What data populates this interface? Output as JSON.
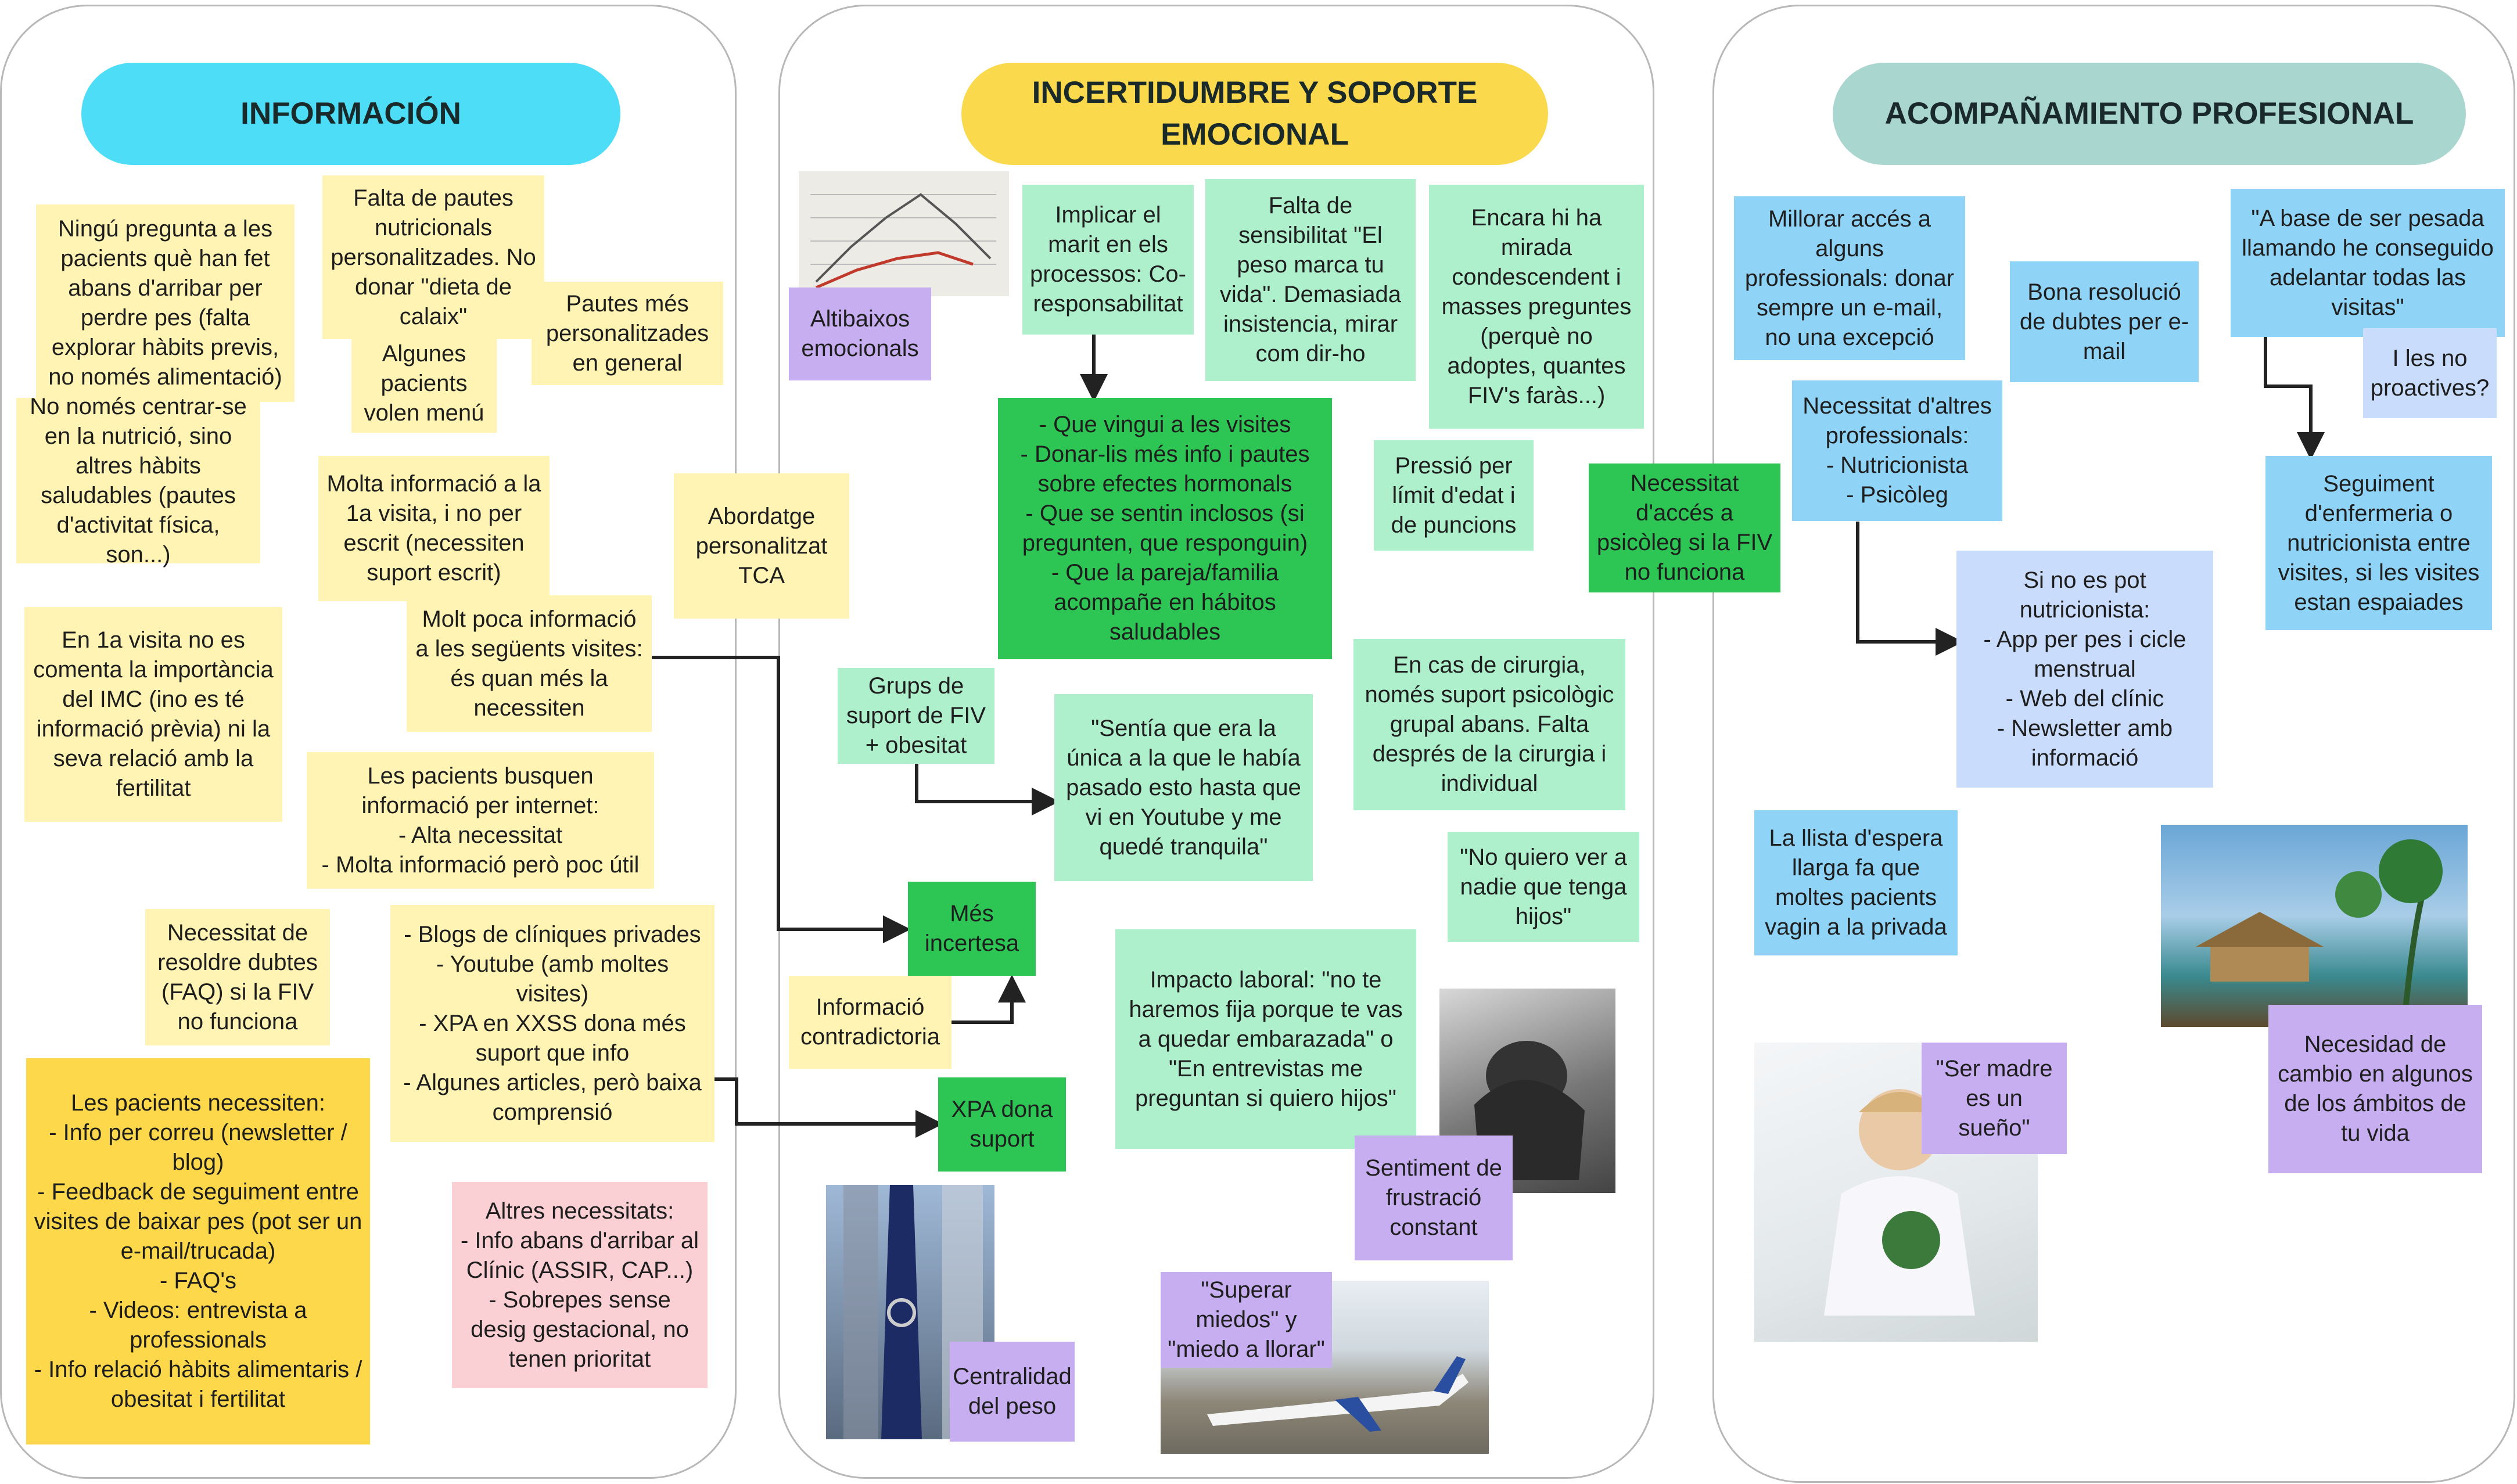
{
  "colors": {
    "info_header": "#4dddf6",
    "incertidumbre_header": "#fbd94d",
    "acompanamiento_header": "#a9d7cf",
    "note_yellow": "#fff4b3",
    "note_yellow_dark": "#fdd84a",
    "note_green_light": "#aef0cc",
    "note_green_dark": "#2dc654",
    "note_purple": "#c6aef0",
    "note_blue": "#8fd3f6",
    "note_blue_light": "#c9dcfb",
    "note_pink": "#fbd0d4",
    "arrow": "#222222"
  },
  "sections": {
    "informacion": {
      "title": "INFORMACIÓN",
      "notes": {
        "ningu_pregunta": "Ningú pregunta a les pacients què han fet abans d'arribar per perdre pes (falta explorar hàbits previs, no només alimentació)",
        "falta_pautes": "Falta de pautes nutricionals personalitzades. No donar \"dieta de calaix\"",
        "pautes_mes": "Pautes més personalitzades en general",
        "algunes_pacients": "Algunes pacients volen menú",
        "no_nomes": "No només centrar-se en la nutrició, sino altres hàbits saludables (pautes d'activitat física, son...)",
        "molta_info_1a": "Molta informació a la 1a visita, i no per escrit (necessiten suport escrit)",
        "abordatge": "Abordatge personalitzat TCA",
        "molt_poca": "Molt poca informació a les següents visites: és quan més la necessiten",
        "en_1a_visita": "En 1a visita no es comenta la importància del IMC (ino es té informació prèvia) ni la seva relació amb la fertilitat",
        "busquen_internet": "Les pacients busquen informació per internet:\n- Alta necessitat\n- Molta informació però poc útil",
        "resoldre_dubtes": "Necessitat de resoldre dubtes (FAQ) si la FIV no funciona",
        "blogs": "- Blogs de clíniques privades\n- Youtube (amb moltes visites)\n- XPA en XXSS dona més suport que info\n- Algunes articles, però baixa comprensió",
        "necessiten": "Les pacients necessiten:\n- Info per correu (newsletter / blog)\n- Feedback de seguiment entre visites de baixar pes (pot ser un e-mail/trucada)\n- FAQ's\n- Videos: entrevista a professionals\n- Info relació hàbits alimentaris / obesitat i fertilitat",
        "altres_necessitats": "Altres necessitats:\n- Info abans d'arribar al Clínic (ASSIR, CAP...)\n- Sobrepes sense desig gestacional, no tenen prioritat"
      }
    },
    "incertidumbre": {
      "title": "INCERTIDUMBRE Y SOPORTE EMOCIONAL",
      "notes": {
        "altibaixos": "Altibaixos emocionals",
        "implicar_marit": "Implicar el marit en els processos: Co-responsabilitat",
        "falta_sensibilitat": "Falta de sensibilitat \"El peso marca tu vida\". Demasiada insistencia, mirar com dir-ho",
        "mirada_condescendent": "Encara hi ha mirada condescendent i masses preguntes (perquè no adoptes, quantes FIV's faràs...)",
        "que_vingui": "- Que vingui a les visites\n- Donar-lis més info i pautes sobre efectes hormonals\n- Que se sentin inclosos (si pregunten, que responguin)\n- Que la pareja/familia acompañe en hábitos saludables",
        "pressio": "Pressió per límit d'edat i de puncions",
        "necessitat_acces": "Necessitat d'accés a psicòleg si la FIV no funciona",
        "grups_suport": "Grups de suport de FIV + obesitat",
        "sentia": "\"Sentía que era la única a la que le había pasado esto hasta que vi en Youtube y me quedé tranquila\"",
        "cirurgia": "En cas de cirurgia, només suport psicològic grupal abans. Falta després de la cirurgia i individual",
        "no_quiero": "\"No quiero ver a nadie que tenga hijos\"",
        "mes_incertesa": "Més incertesa",
        "informacio_contradictoria": "Informació contradictoria",
        "impacto_laboral": "Impacto laboral: \"no te haremos fija porque te vas a quedar embarazada\" o \"En entrevistas me preguntan si quiero hijos\"",
        "xpa_dona": "XPA dona suport",
        "sentiment_frustracio": "Sentiment de frustració constant",
        "superar_miedos": "\"Superar miedos\" y \"miedo a llorar\"",
        "centralidad": "Centralidad del peso"
      }
    },
    "acompanamiento": {
      "title": "ACOMPAÑAMIENTO PROFESIONAL",
      "notes": {
        "millorar_acces": "Millorar accés a alguns professionals: donar sempre un e-mail, no una excepció",
        "bona_resolucio": "Bona resolució de dubtes per e-mail",
        "a_base": "\"A base de ser pesada llamando he conseguido adelantar todas las visitas\"",
        "i_les_no": "I les no proactives?",
        "altres_professionals": "Necessitat d'altres professionals:\n- Nutricionista\n- Psicòleg",
        "seguiment_infermeria": "Seguiment d'enfermeria o nutricionista entre visites, si les visites estan espaiades",
        "si_no_es_pot": "Si no es pot nutricionista:\n- App per pes i cicle menstrual\n- Web del clínic\n- Newsletter amb informació",
        "llista_espera": "La llista d'espera llarga fa que moltes pacients vagin a la privada",
        "ser_madre": "\"Ser madre es un sueño\"",
        "necesidad_cambio": "Necesidad de cambio en algunos de los ámbitos de tu vida"
      }
    }
  },
  "photos": {
    "chart": "chart-photo",
    "sad_person": "sad-person-photo",
    "clothespin": "clothespin-photo",
    "airplane": "airplane-photo",
    "beach_hut": "beach-hut-photo",
    "child": "child-photo"
  }
}
